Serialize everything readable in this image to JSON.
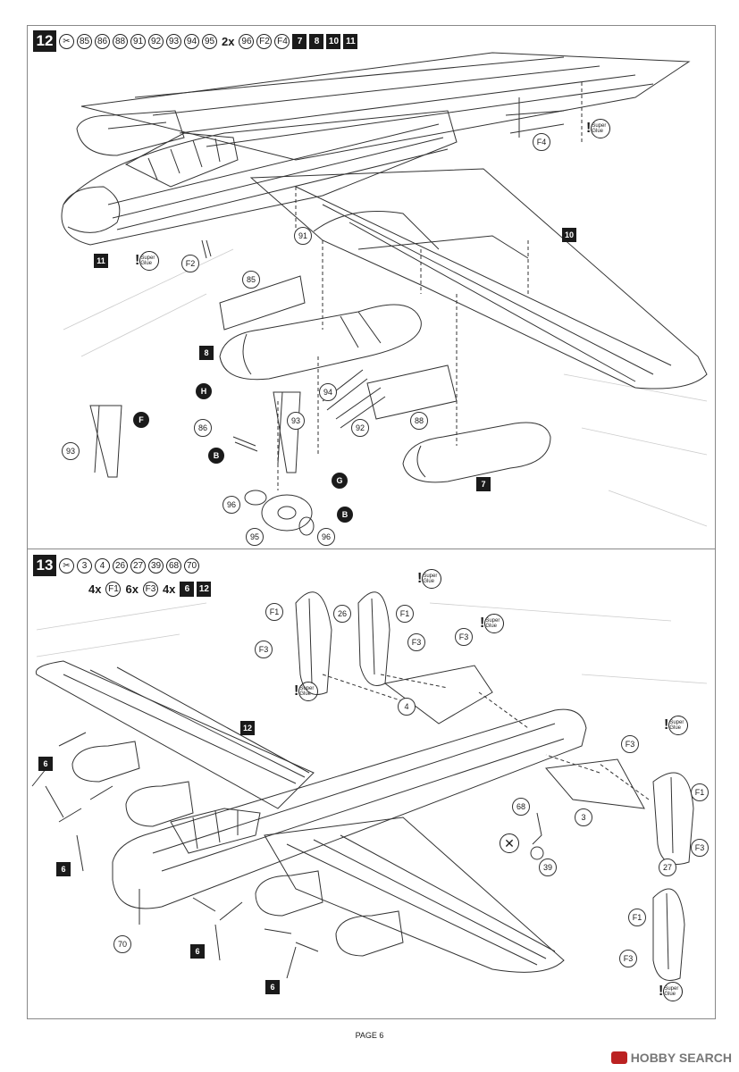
{
  "step12": {
    "number": "12",
    "header_parts": [
      "85",
      "86",
      "88",
      "91",
      "92",
      "93",
      "94",
      "95"
    ],
    "multiplier": "2x",
    "multi_parts": [
      "96",
      "F2",
      "F4"
    ],
    "sprues": [
      "7",
      "8",
      "10",
      "11"
    ],
    "labels": {
      "p91": "91",
      "p85": "85",
      "p86": "86",
      "p93": "93",
      "p94": "94",
      "p92": "92",
      "p88": "88",
      "p96a": "96",
      "p95": "95",
      "p96b": "96",
      "p93b": "93",
      "f2": "F2",
      "f4": "F4",
      "s11": "11",
      "s10": "10",
      "s8": "8",
      "s7": "7"
    },
    "paints": {
      "h": "H",
      "f": "F",
      "b1": "B",
      "b2": "B",
      "g": "G"
    }
  },
  "step13": {
    "number": "13",
    "header_parts": [
      "3",
      "4",
      "26",
      "27",
      "39",
      "68",
      "70"
    ],
    "line2": {
      "m1": "4x",
      "p1": "F1",
      "m2": "6x",
      "p2": "F3",
      "m3": "4x",
      "s1": "6",
      "s2": "12"
    },
    "labels": {
      "f1a": "F1",
      "f3a": "F3",
      "p26": "26",
      "f1b": "F1",
      "f3b": "F3",
      "f3c": "F3",
      "p4": "4",
      "s12": "12",
      "s6a": "6",
      "s6b": "6",
      "s6c": "6",
      "s6d": "6",
      "p68": "68",
      "p39": "39",
      "p70": "70",
      "p3": "3",
      "f3d": "F3",
      "f1c": "F1",
      "f3e": "F3",
      "p27": "27",
      "f1d": "F1",
      "f3f": "F3"
    }
  },
  "glue_text": "Super Glue",
  "footer": "PAGE 6",
  "watermark": "HOBBY SEARCH"
}
